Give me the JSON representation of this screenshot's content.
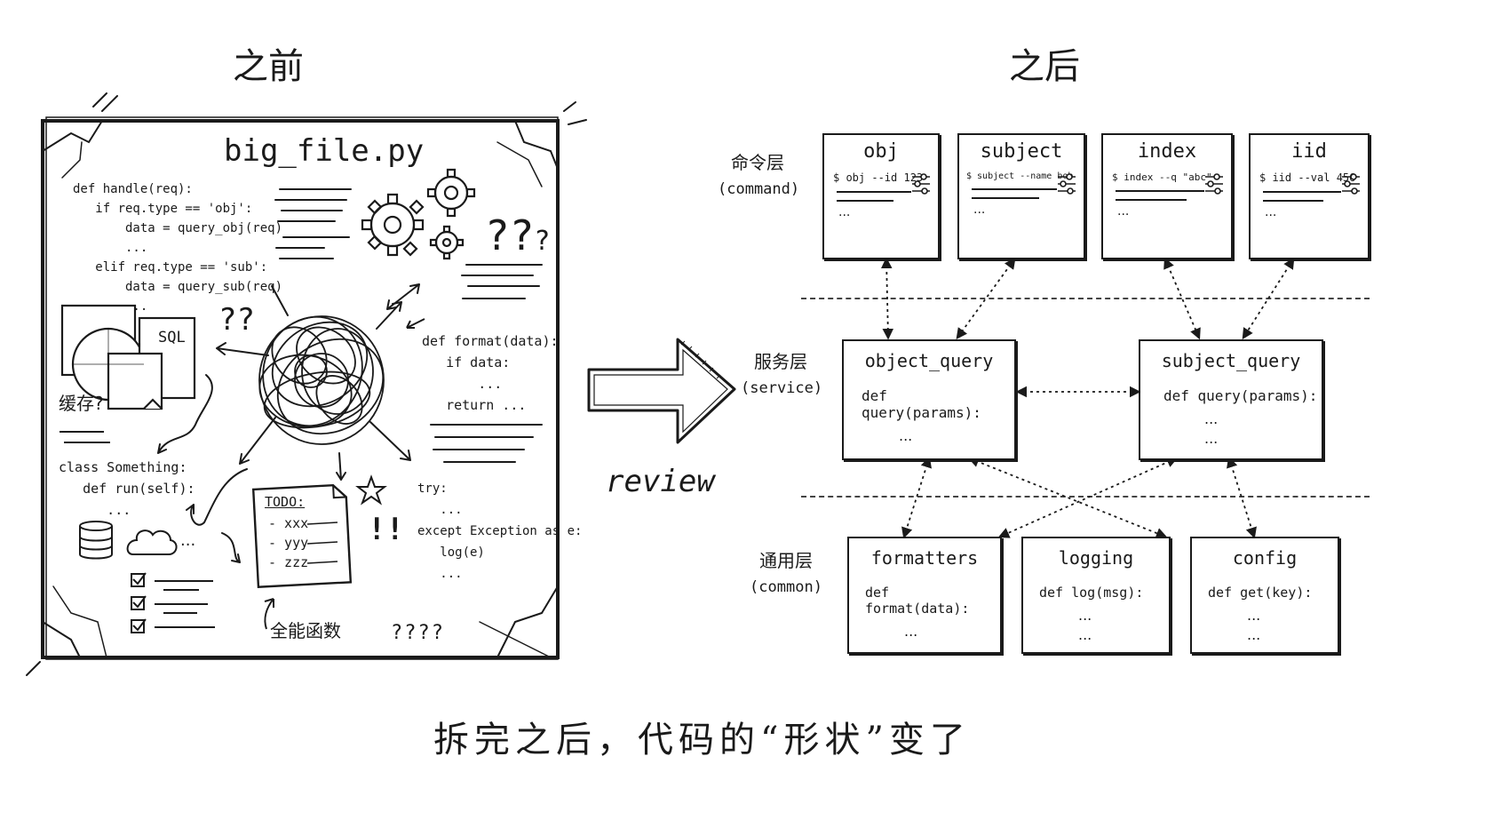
{
  "before": {
    "title": "之前",
    "file_name": "big_file.py",
    "code_handle": "def handle(req):\n   if req.type == 'obj':\n       data = query_obj(req)\n       ...\n   elif req.type == 'sub':\n       data = query_sub(req)\n       ...",
    "code_format": "def format(data):\n   if data:\n       ...\n   return ...",
    "code_class": "class Something:\n   def run(self):\n      ...",
    "code_try": "try:\n   ...\nexcept Exception as e:\n   log(e)\n   ...",
    "sql_label": "SQL",
    "cache_label": "缓存?",
    "qq_small": "??",
    "qq_big": "??",
    "qq_big2": "?",
    "todo_title": "TODO:",
    "todo_items": [
      "- xxx",
      "- yyy",
      "- zzz"
    ],
    "excl": "!!",
    "omni_label": "全能函数",
    "qmarks": "????",
    "ellipsis_cloud": "..."
  },
  "arrow_label": "review",
  "after": {
    "title": "之后",
    "layers": {
      "command": {
        "cn": "命令层",
        "en": "(command)"
      },
      "service": {
        "cn": "服务层",
        "en": "(service)"
      },
      "common": {
        "cn": "通用层",
        "en": "(common)"
      }
    },
    "command_boxes": [
      {
        "name": "obj",
        "cmd": "$ obj --id 123"
      },
      {
        "name": "subject",
        "cmd": "$ subject --name bob"
      },
      {
        "name": "index",
        "cmd": "$ index --q \"abc\""
      },
      {
        "name": "iid",
        "cmd": "$ iid --val 456"
      }
    ],
    "service_boxes": [
      {
        "name": "object_query",
        "code": "def query(params):"
      },
      {
        "name": "subject_query",
        "code": "def query(params):"
      }
    ],
    "common_boxes": [
      {
        "name": "formatters",
        "code": "def format(data):"
      },
      {
        "name": "logging",
        "code": "def log(msg):"
      },
      {
        "name": "config",
        "code": "def get(key):"
      }
    ],
    "dots": "..."
  },
  "caption": "拆完之后，代码的“形状”变了"
}
